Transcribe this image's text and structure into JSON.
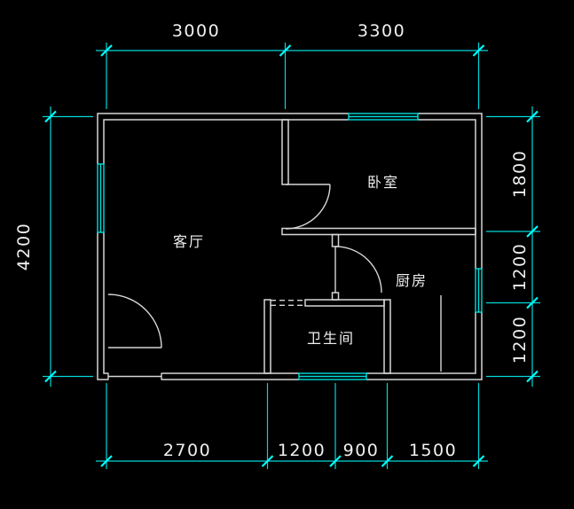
{
  "drawing": {
    "kind": "apartment-floor-plan"
  },
  "rooms": [
    {
      "name": "客厅"
    },
    {
      "name": "卧室"
    },
    {
      "name": "厨房"
    },
    {
      "name": "卫生间"
    }
  ],
  "dimensions": {
    "top": [
      "3000",
      "3300"
    ],
    "left": [
      "4200"
    ],
    "right": [
      "1800",
      "1200",
      "1200"
    ],
    "bottom": [
      "2700",
      "1200",
      "900",
      "1500"
    ]
  },
  "colors": {
    "background": "#000000",
    "wall": "#d6d6d6",
    "window": "#00dcdc",
    "dimension": "#00d8d8",
    "tick": "#00ffff",
    "text": "#f0f0f0"
  }
}
